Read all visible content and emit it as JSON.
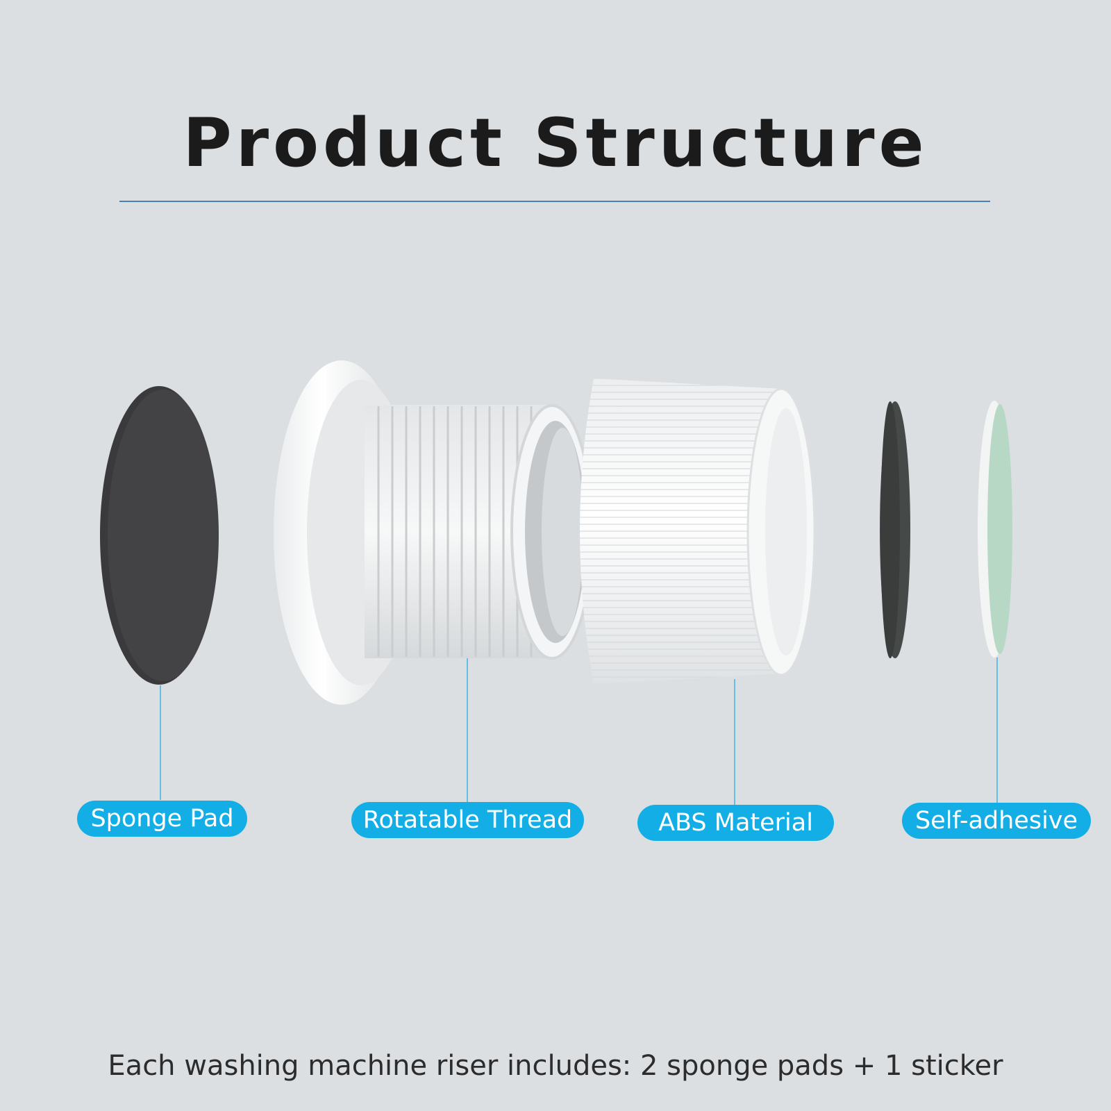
{
  "title": "Product Structure",
  "labels": {
    "sponge_pad": "Sponge Pad",
    "rotatable_thread": "Rotatable Thread",
    "abs_material": "ABS Material",
    "self_adhesive": "Self-adhesive"
  },
  "footer": "Each washing machine riser includes: 2 sponge pads + 1 sticker",
  "colors": {
    "background": "#dcdfe2",
    "accent_label": "#14aee6",
    "divider": "#4a7fb5",
    "sponge": "#3a3a3c",
    "sticker_green": "#b8d8c6"
  }
}
